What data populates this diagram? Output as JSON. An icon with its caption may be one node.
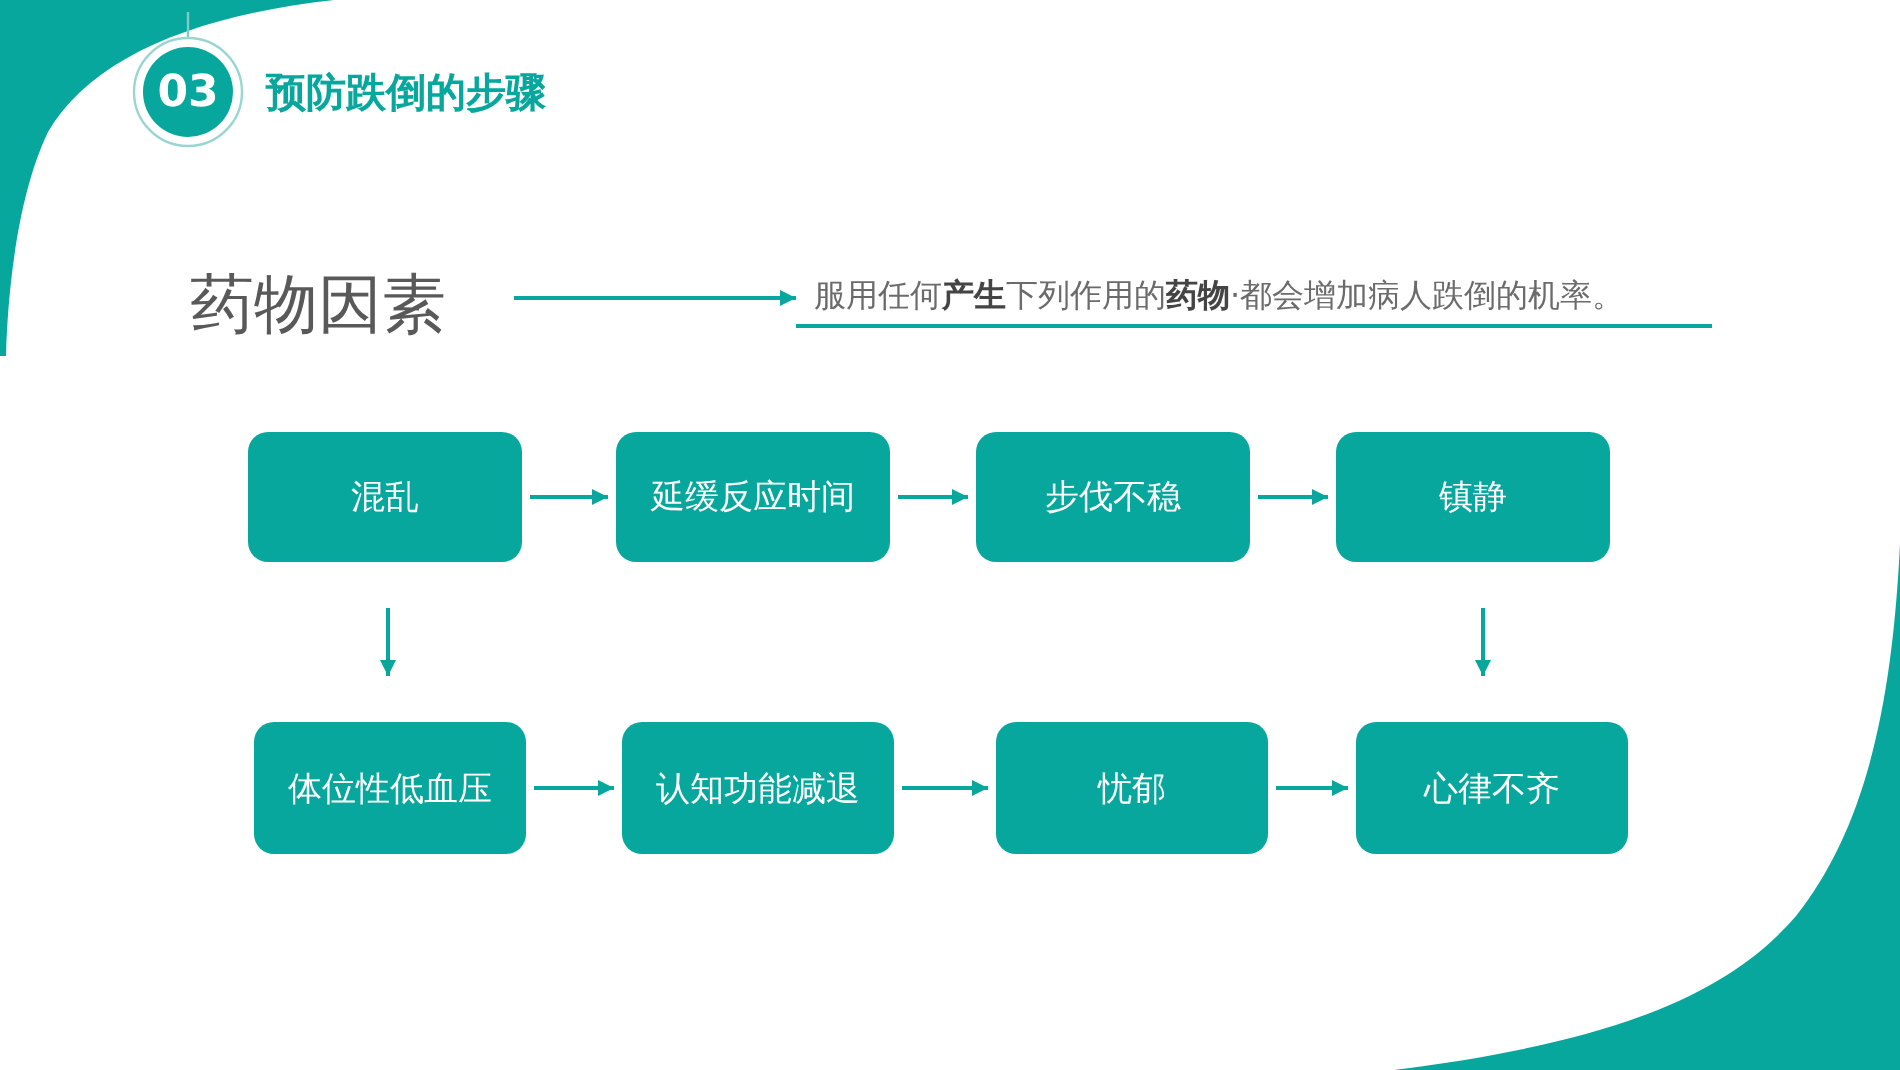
{
  "diagram": {
    "title": "预防跌倒的步骤",
    "nodes": [
      {
        "text": [
          "03"
        ]
      },
      {
        "text": [
          "药物因素"
        ]
      },
      {
        "text": [
          "服用任何**产生**下列作用的**药物**·都会增加病人跌倒的机率。"
        ]
      },
      {
        "text": [
          "混乱"
        ]
      },
      {
        "text": [
          "延缓反应时间"
        ]
      },
      {
        "text": [
          "步伐不稳"
        ]
      },
      {
        "text": [
          "镇静"
        ]
      },
      {
        "text": [
          "体位性低血压"
        ]
      },
      {
        "text": [
          "认知功能减退"
        ]
      },
      {
        "text": [
          "忧郁"
        ]
      },
      {
        "text": [
          "心律不齐"
        ]
      }
    ],
    "edges": [
      {
        "from": 1,
        "to": 2,
        "arrow": "to"
      },
      {
        "from": 3,
        "to": 4,
        "arrow": "to"
      },
      {
        "from": 4,
        "to": 5,
        "arrow": "to"
      },
      {
        "from": 5,
        "to": 6,
        "arrow": "to"
      },
      {
        "from": 3,
        "to": 7,
        "arrow": "to"
      },
      {
        "from": 6,
        "to": 10,
        "arrow": "to"
      },
      {
        "from": 7,
        "to": 8,
        "arrow": "to"
      },
      {
        "from": 8,
        "to": 9,
        "arrow": "to"
      },
      {
        "from": 9,
        "to": 10,
        "arrow": "to"
      }
    ]
  }
}
